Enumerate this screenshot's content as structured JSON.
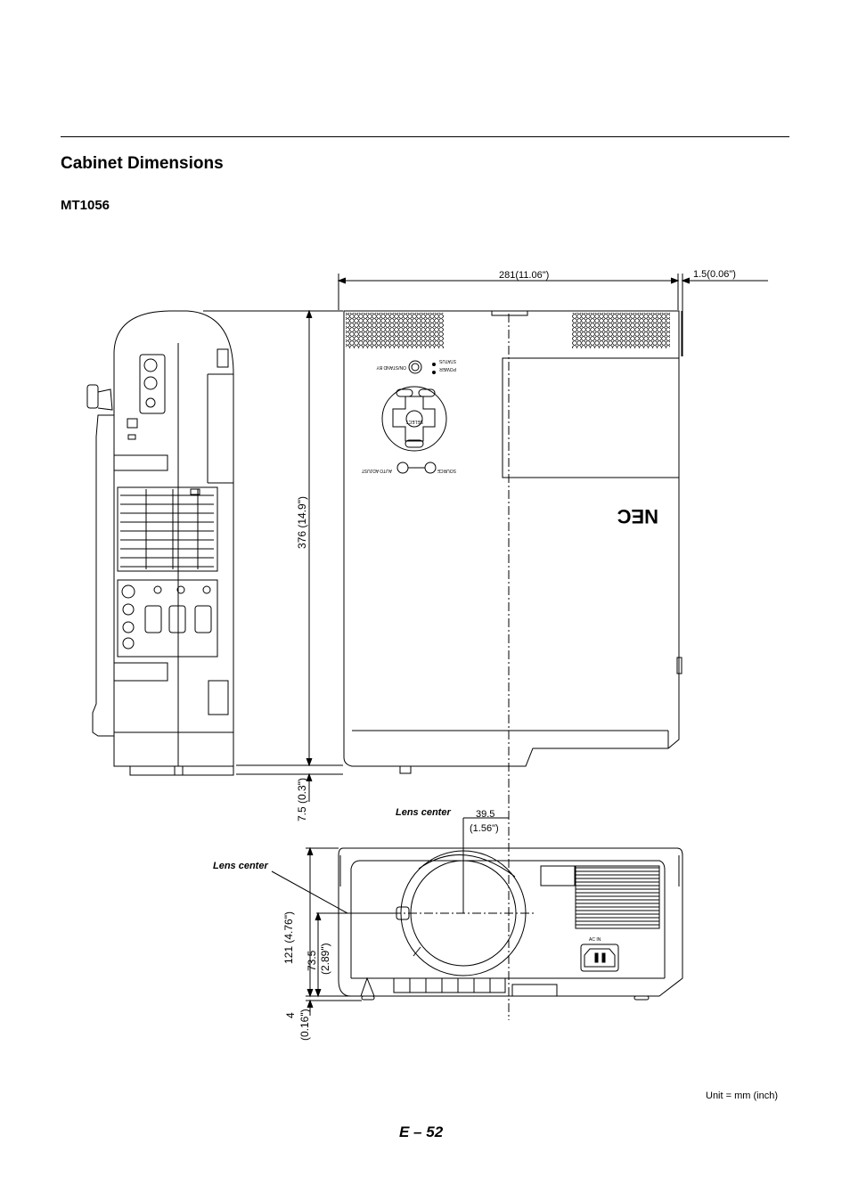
{
  "header": {
    "title": "Cabinet Dimensions",
    "model": "MT1056"
  },
  "dimensions": {
    "width": "281(11.06\")",
    "edge_offset": "1.5(0.06\")",
    "depth": "376 (14.9\")",
    "foot_top": "7.5 (0.3\")",
    "lens_offset_mm": "39.5",
    "lens_offset_in": "(1.56\")",
    "height": "121 (4.76\")",
    "lens_height_mm": "73.5",
    "lens_height_in": "(2.89\")",
    "foot_mm": "4",
    "foot_in": "(0.16\")"
  },
  "callouts": {
    "lens_center_top": "Lens center",
    "lens_center_front": "Lens center"
  },
  "panel_labels": {
    "logo": "NEC",
    "status": "STATUS",
    "power": "POWER",
    "on_standby": "ON/STAND BY",
    "select": "SELECT",
    "auto_adjust": "AUTO ADJUST",
    "source": "SOURCE",
    "ac_in": "AC IN"
  },
  "footer": {
    "unit": "Unit = mm (inch)",
    "page": "E – 52"
  }
}
